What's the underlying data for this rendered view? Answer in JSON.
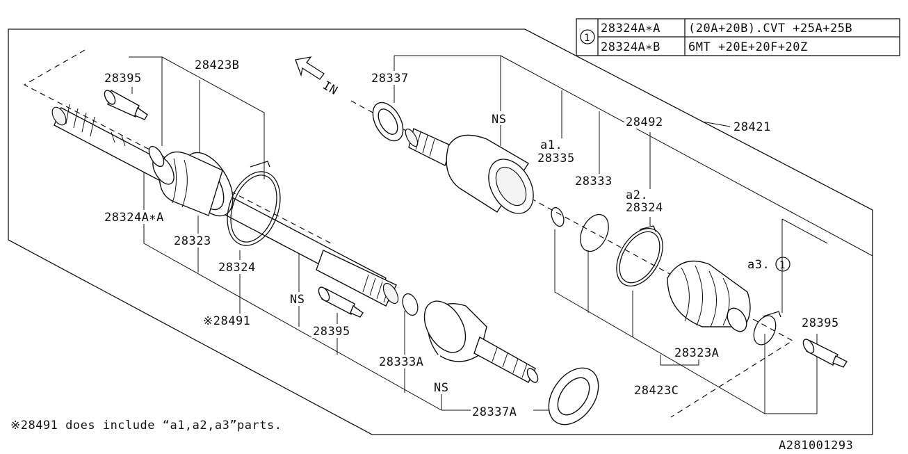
{
  "title_block": {
    "circle_ref": "1",
    "rows": [
      {
        "part": "28324A∗A",
        "applicability": "(20A+20B).CVT +25A+25B"
      },
      {
        "part": "28324A∗B",
        "applicability": "6MT +20E+20F+20Z"
      }
    ]
  },
  "direction": {
    "label": "IN"
  },
  "labels": {
    "p28395_top": "28395",
    "p28423B": "28423B",
    "p28337": "28337",
    "ns_top": "NS",
    "p28492": "28492",
    "p28421": "28421",
    "a1": "a1.",
    "p28335": "28335",
    "p28333": "28333",
    "a2": "a2.",
    "p28324_right": "28324",
    "a3": "a3.",
    "a3_ref": "1",
    "p28395_right": "28395",
    "p28324A_A": "28324A∗A",
    "p28323": "28323",
    "p28324_left": "28324",
    "ns_mid": "NS",
    "p28491": "※28491",
    "p28395_mid": "28395",
    "p28333A": "28333A",
    "ns_bot": "NS",
    "p28337A": "28337A",
    "p28323A": "28323A",
    "p28423C": "28423C"
  },
  "footnote": "※28491 does include “a1,a2,a3”parts.",
  "diagram_id": "A281001293"
}
